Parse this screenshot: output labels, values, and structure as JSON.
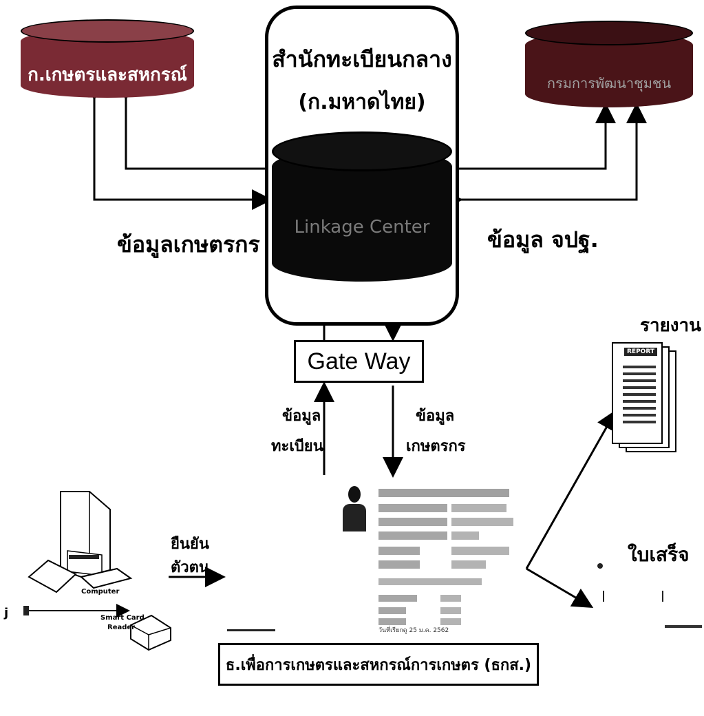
{
  "nodes": {
    "agriculture_ministry": "ก.เกษตรและสหกรณ์",
    "community_dept": "กรมการพัฒนาชุมชน",
    "central_registry_line1": "สำนักทะเบียนกลาง",
    "central_registry_line2": "(ก.มหาดไทย)",
    "linkage_center": "Linkage Center",
    "gateway": "Gate Way",
    "bank": "ธ.เพื่อการเกษตรและสหกรณ์การเกษตร (ธกส.)"
  },
  "labels": {
    "farmer_data": "ข้อมูลเกษตรกร",
    "cdd_data": "ข้อมูล จปฐ.",
    "registry_data_line1": "ข้อมูล",
    "registry_data_line2": "ทะเบียน",
    "farmer_data_line1": "ข้อมูล",
    "farmer_data_line2": "เกษตรกร",
    "verify_identity_line1": "ยืนยัน",
    "verify_identity_line2": "ตัวตน",
    "report": "รายงาน",
    "report_doc_header": "REPORT",
    "receipt": "ใบเสร็จ",
    "computer": "Computer",
    "smart_card_reader_line1": "Smart Card",
    "smart_card_reader_line2": "Reader",
    "card_date": "วันที่เรียกดู   25 ม.ค. 2562"
  },
  "colors": {
    "agri_cylinder": "#7a2a34",
    "cdd_cylinder": "#4a1418",
    "linkage_cylinder": "#0a0a0a",
    "linkage_text": "#7a7a7a"
  }
}
